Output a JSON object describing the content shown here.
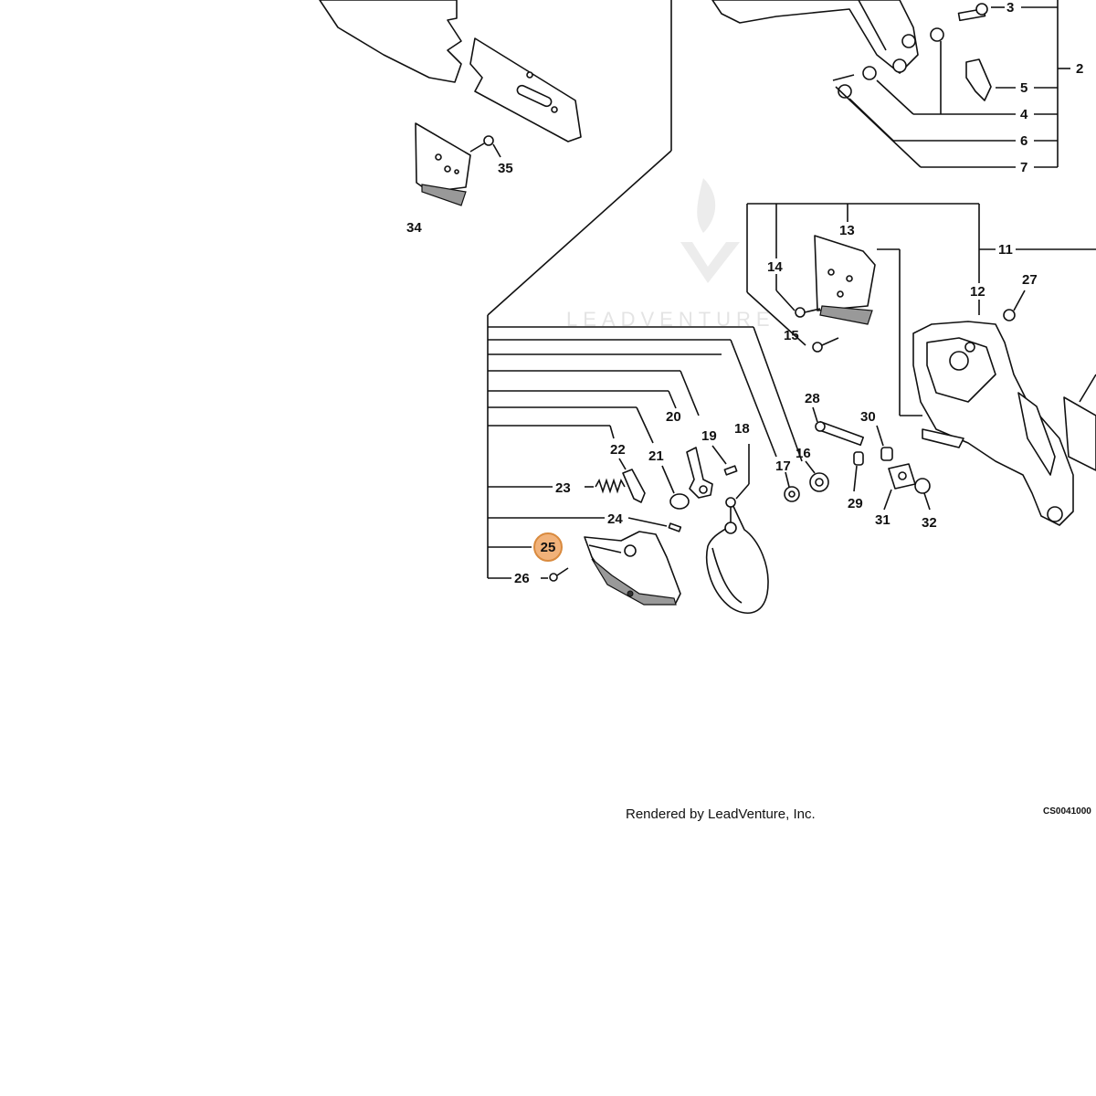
{
  "watermark": {
    "text": "LEADVENTURE"
  },
  "footer": {
    "rendered_by": "Rendered by LeadVenture, Inc.",
    "drawing_code": "CS0041000"
  },
  "highlight": {
    "part": "25",
    "color": "#f1b27a",
    "border": "#d98a3e"
  },
  "callouts": [
    "2",
    "3",
    "4",
    "5",
    "6",
    "7",
    "11",
    "12",
    "13",
    "14",
    "15",
    "16",
    "17",
    "18",
    "19",
    "20",
    "21",
    "22",
    "23",
    "24",
    "25",
    "26",
    "27",
    "28",
    "29",
    "30",
    "31",
    "32",
    "34",
    "35"
  ]
}
